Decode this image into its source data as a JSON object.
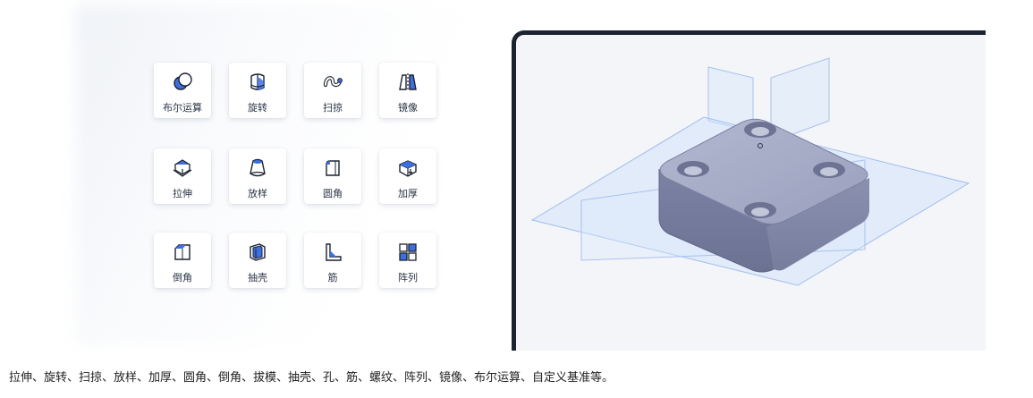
{
  "features": [
    {
      "label": "布尔运算",
      "icon": "boolean-operation-icon"
    },
    {
      "label": "旋转",
      "icon": "revolve-icon"
    },
    {
      "label": "扫掠",
      "icon": "sweep-icon"
    },
    {
      "label": "镜像",
      "icon": "mirror-icon"
    },
    {
      "label": "拉伸",
      "icon": "extrude-icon"
    },
    {
      "label": "放样",
      "icon": "loft-icon"
    },
    {
      "label": "圆角",
      "icon": "fillet-icon"
    },
    {
      "label": "加厚",
      "icon": "thicken-icon"
    },
    {
      "label": "倒角",
      "icon": "chamfer-icon"
    },
    {
      "label": "抽壳",
      "icon": "shell-icon"
    },
    {
      "label": "筋",
      "icon": "rib-icon"
    },
    {
      "label": "阵列",
      "icon": "pattern-icon"
    }
  ],
  "caption": "拉伸、旋转、扫掠、放样、加厚、圆角、倒角、拔模、抽壳、孔、筋、螺纹、阵列、镜像、布尔运算、自定义基准等。",
  "colors": {
    "accent": "#3d6fe0",
    "frame": "#1b2230",
    "part": "#8f96b4",
    "plane": "#cfe0fb"
  }
}
